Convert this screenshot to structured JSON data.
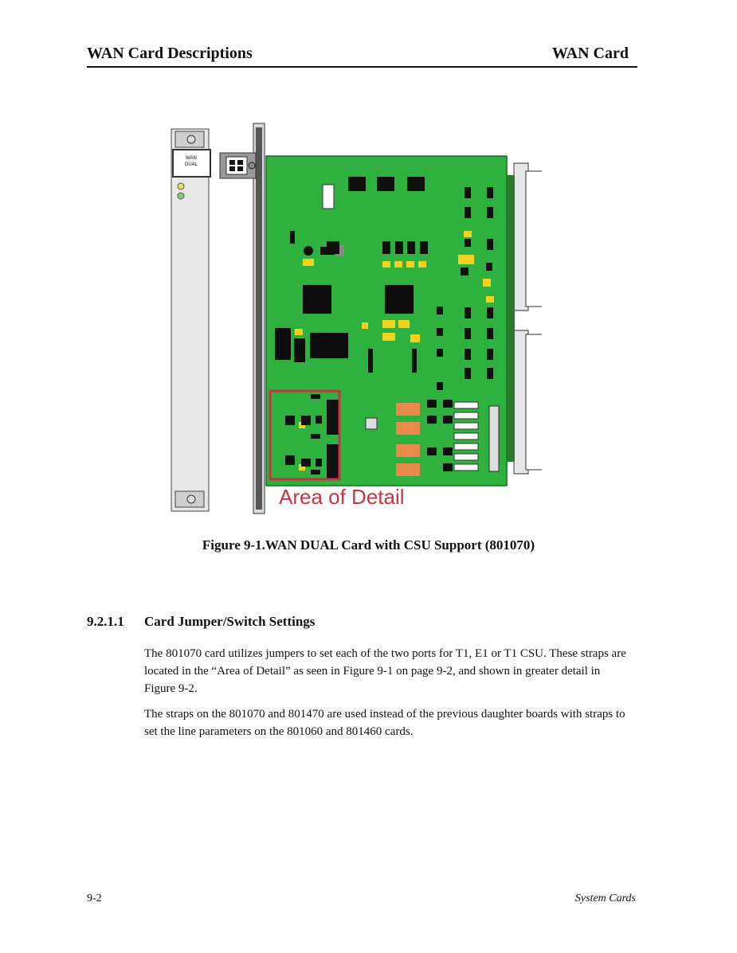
{
  "header": {
    "left": "WAN Card Descriptions",
    "right": "WAN Card"
  },
  "figure": {
    "faceplate_label": "WAN DUAL",
    "area_label": "Area of Detail",
    "caption": "Figure 9-1.WAN DUAL Card with CSU Support (801070)",
    "colors": {
      "pcb": "#2fb13f",
      "chip": "#0d0d0d",
      "component": "#f2d21a",
      "relay": "#e98a4d",
      "detail_box": "#c8343f"
    }
  },
  "section": {
    "number": "9.2.1.1",
    "title": "Card Jumper/Switch Settings",
    "paragraphs": [
      "The 801070 card utilizes jumpers to set each of the two ports for T1, E1 or T1 CSU. These straps are located in the “Area of Detail” as seen in Figure 9-1 on page 9-2, and shown in greater detail in Figure 9-2.",
      "The straps on the 801070 and 801470 are used instead of the previous daughter boards with straps to set the line parameters on the 801060 and 801460 cards."
    ]
  },
  "footer": {
    "page": "9-2",
    "title": "System Cards"
  }
}
